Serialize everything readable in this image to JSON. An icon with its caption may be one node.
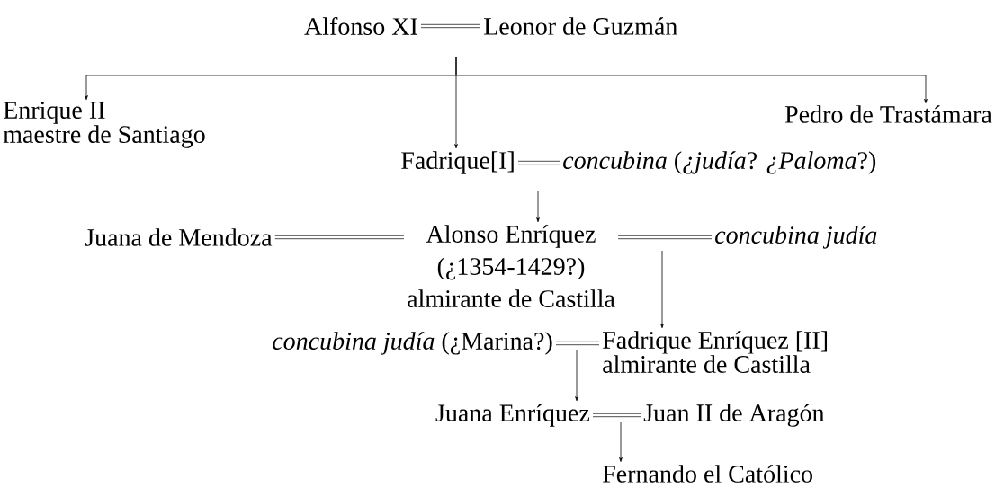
{
  "diagram": {
    "nodes": [
      {
        "text": [
          "Alfonso XI"
        ]
      },
      {
        "text": [
          "Leonor de Guzmán"
        ]
      },
      {
        "text": [
          "Enrique II",
          "maestre de Santiago"
        ]
      },
      {
        "text": [
          "Pedro de Trastámara"
        ]
      },
      {
        "text": [
          "Fadrique[I]"
        ]
      },
      {
        "text": [
          "*concubina* (*¿judía*? *¿Paloma*?)"
        ]
      },
      {
        "text": [
          "Juana de Mendoza"
        ]
      },
      {
        "text": [
          "Alonso Enríquez",
          "(¿1354-1429?)",
          "almirante de Castilla"
        ]
      },
      {
        "text": [
          "concubina judía"
        ]
      },
      {
        "text": [
          "*concubina judía* (¿Marina?)"
        ]
      },
      {
        "text": [
          "Fadrique Enríquez [II]",
          "almirante de Castilla"
        ]
      },
      {
        "text": [
          "Juana Enríquez"
        ]
      },
      {
        "text": [
          "Juan II de Aragón"
        ]
      },
      {
        "text": [
          "Fernando el Católico"
        ]
      }
    ],
    "edges": [
      {
        "from": 0,
        "to": 1,
        "arrow": "none"
      },
      {
        "from": null,
        "to": 2,
        "arrow": "to"
      },
      {
        "from": null,
        "to": 4,
        "arrow": "to"
      },
      {
        "from": null,
        "to": 3,
        "arrow": "to"
      },
      {
        "from": 4,
        "to": 5,
        "arrow": "none"
      },
      {
        "from": null,
        "to": 7,
        "arrow": "to"
      },
      {
        "from": 6,
        "to": 7,
        "arrow": "none"
      },
      {
        "from": 7,
        "to": 8,
        "arrow": "none"
      },
      {
        "from": null,
        "to": 10,
        "arrow": "to"
      },
      {
        "from": 9,
        "to": 10,
        "arrow": "none"
      },
      {
        "from": null,
        "to": 11,
        "arrow": "to"
      },
      {
        "from": 11,
        "to": 12,
        "arrow": "none"
      },
      {
        "from": null,
        "to": 13,
        "arrow": "to"
      }
    ]
  }
}
